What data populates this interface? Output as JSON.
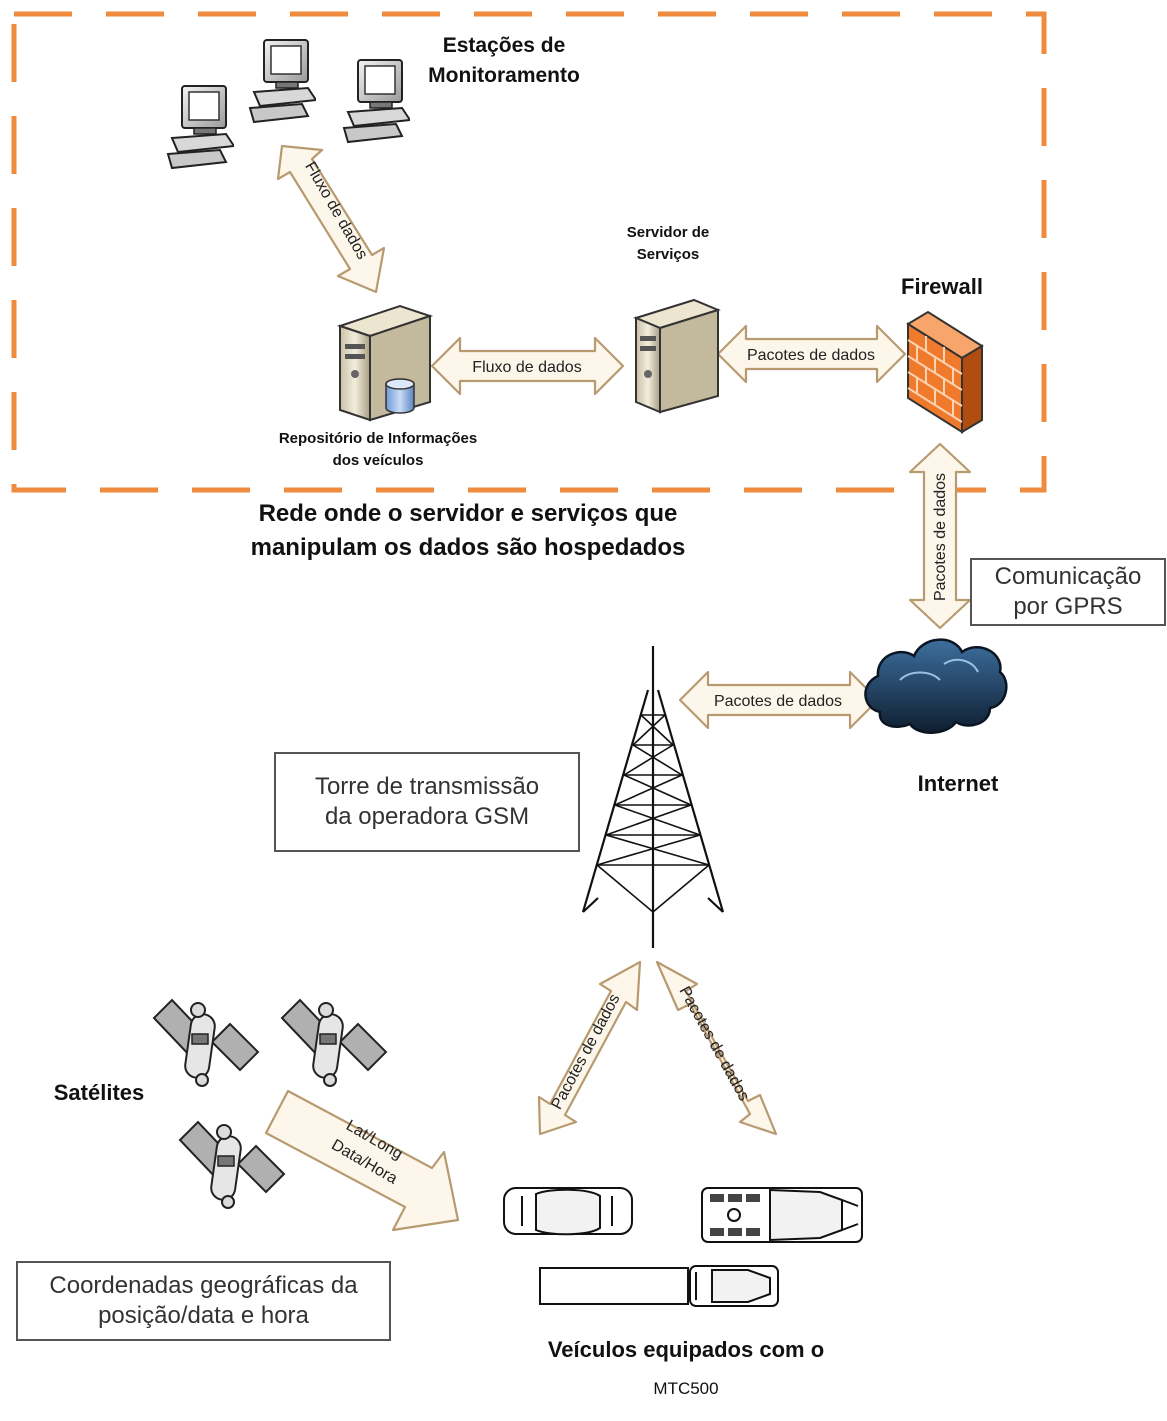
{
  "network_zone": {
    "caption_line1": "Rede onde o servidor e serviços que",
    "caption_line2": "manipulam os dados são hospedados",
    "border_color": "#f08a3c"
  },
  "nodes": {
    "monitoring": {
      "line1": "Estações de",
      "line2": "Monitoramento",
      "icon": "desktop-computer-icon"
    },
    "repository": {
      "line1": "Repositório de Informações",
      "line2": "dos veículos",
      "icon": "database-server-icon"
    },
    "service_server": {
      "line1": "Servidor de",
      "line2": "Serviços",
      "icon": "server-icon"
    },
    "firewall": {
      "label": "Firewall",
      "icon": "brick-wall-icon",
      "color": "#f07a2c"
    },
    "internet": {
      "label": "Internet",
      "icon": "cloud-icon",
      "color": "#1f3f66"
    },
    "tower": {
      "icon": "transmission-tower-icon"
    },
    "satellites": {
      "label": "Satélites",
      "icon": "satellite-icon"
    },
    "vehicles": {
      "line1": "Veículos equipados com o",
      "line2": "MTC500",
      "icon": "vehicle-icon"
    }
  },
  "arrows": {
    "stations_repository": "Fluxo de dados",
    "repository_server": "Fluxo de dados",
    "server_firewall": "Pacotes de dados",
    "firewall_internet": "Pacotes de dados",
    "internet_tower": "Pacotes de dados",
    "tower_vehicles_left": "Pacotes de dados",
    "tower_vehicles_right": "Pacotes de dados",
    "satellites_vehicles_line1": "Lat/Long",
    "satellites_vehicles_line2": "Data/Hora",
    "fill_color": "#fdf6ea",
    "stroke_color": "#b89a70"
  },
  "callouts": {
    "gprs": {
      "line1": "Comunicação",
      "line2": "por GPRS"
    },
    "gsm_tower": {
      "line1": "Torre de transmissão",
      "line2": "da operadora GSM"
    },
    "coordinates": {
      "line1": "Coordenadas geográficas da",
      "line2": "posição/data e hora"
    }
  }
}
